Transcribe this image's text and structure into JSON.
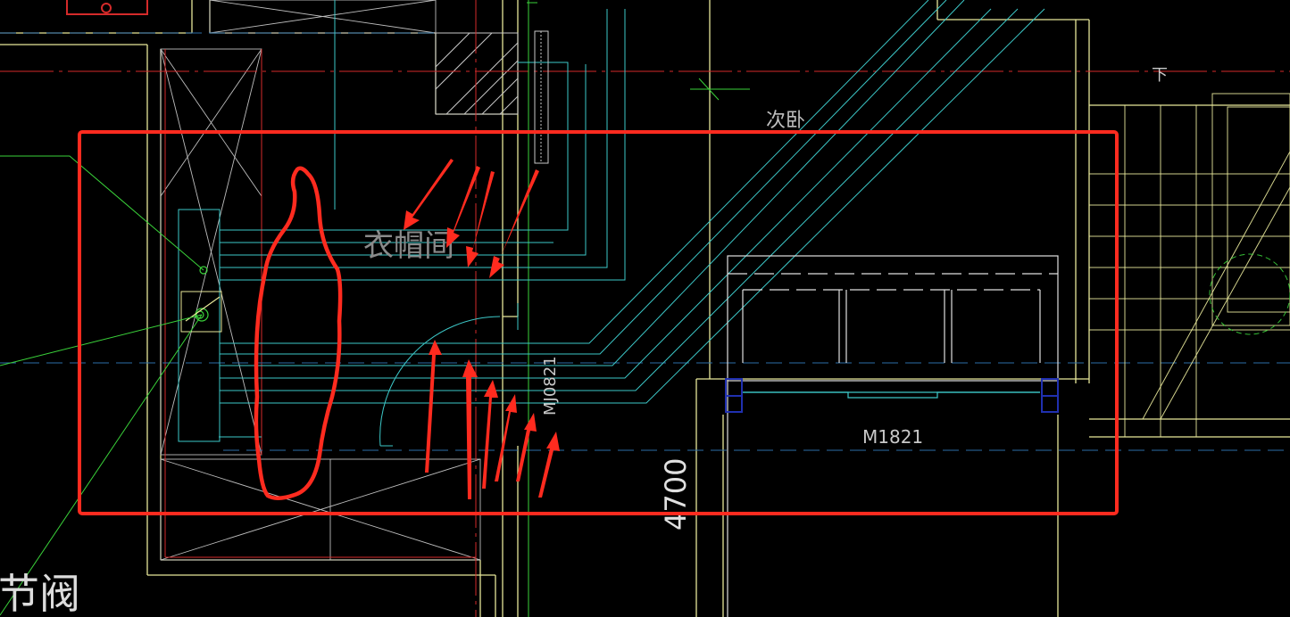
{
  "drawing": {
    "background": "#000000",
    "colors": {
      "wall_yellow": "#e8e89a",
      "grid_red": "#d42a2a",
      "pipe_cyan": "#3cc7c7",
      "leader_green": "#3ad23a",
      "outline_white": "#c8c8c8",
      "axis_blue": "#2d6ea8",
      "markup_red": "#ff2b1f",
      "column_blue": "#2030b0"
    },
    "labels": {
      "room_secondary_bedroom": "次卧",
      "room_cloakroom": "衣帽间",
      "door_cloakroom": "MJ0821",
      "door_main": "M1821",
      "dimension": "4700",
      "valve_text": "节阀",
      "stair_mark": "下"
    },
    "annotations": {
      "highlight_box": "red-rectangle",
      "freehand_loop": "red-loop",
      "arrow_groups": [
        "upper-arrows",
        "lower-arrows"
      ]
    }
  }
}
